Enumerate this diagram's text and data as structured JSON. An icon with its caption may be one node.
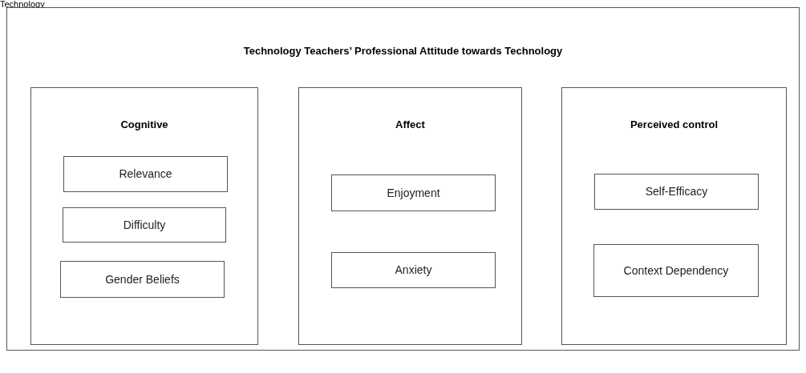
{
  "diagram": {
    "nodes": [
      {
        "text": [
          "Technology Teachers’ Professional Attitude towards Technology"
        ]
      },
      {
        "text": [
          "Cognitive"
        ],
        "in": 0
      },
      {
        "text": [
          "Relevance"
        ],
        "in": 1
      },
      {
        "text": [
          "Difficulty"
        ],
        "in": 1
      },
      {
        "text": [
          "Gender Beliefs"
        ],
        "in": 1
      },
      {
        "text": [
          "Affect"
        ],
        "in": 0
      },
      {
        "text": [
          "Enjoyment"
        ],
        "in": 5
      },
      {
        "text": [
          "Anxiety"
        ],
        "in": 5
      },
      {
        "text": [
          "Perceived control"
        ],
        "in": 0
      },
      {
        "text": [
          "Self-Efficacy"
        ],
        "in": 8
      },
      {
        "text": [
          "Context Dependency"
        ],
        "in": 8
      }
    ],
    "labels": [
      "Technology"
    ]
  }
}
